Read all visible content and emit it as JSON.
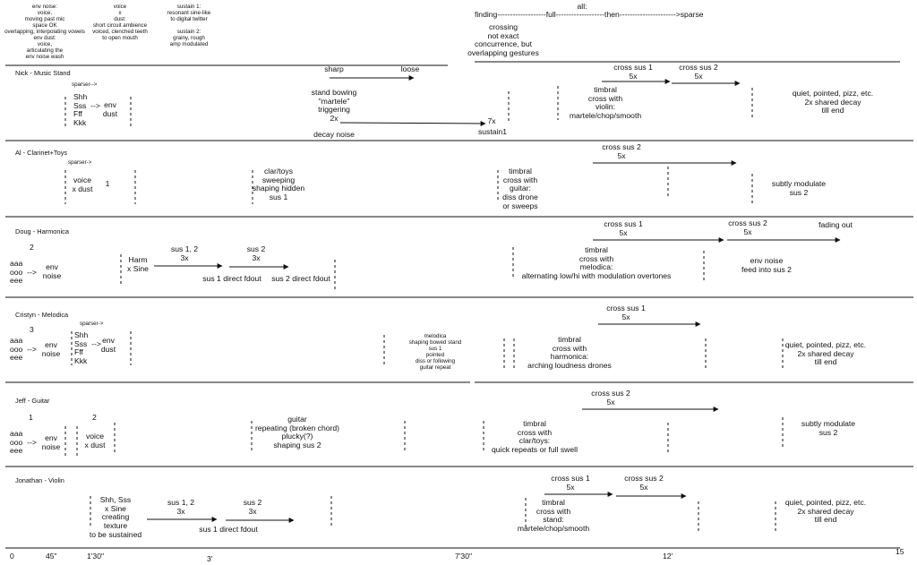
{
  "header": {
    "col1": "env noise:\nvoice,\nmoving past mic\nspace OK\noverlapping, interpolating vowels\nenv dust:\nvoice,\narticulating the\nenv noise wash",
    "col2": "voice\nx\ndust:\nshort circuit ambience\nvoiced, clenched teeth\nto open mouth",
    "col3": "sustain 1:\nresonant sine-like\nto digital twitter\n\nsustain 2:\ngrainy, rough\namp modulated",
    "all_label": "all:",
    "all_line": "finding-------------------full-------------------then---------------------->sparse",
    "crossing": "crossing\nnot exact\nconcurrence, but\noverlapping gestures"
  },
  "rows": [
    {
      "name": "Nick - Music Stand",
      "texts": [
        "sparser-->",
        "Shh\nSss  -->\nFff\nKkk",
        "env\ndust",
        "sharp",
        "loose",
        "stand bowing\n\"martele\"\ntriggering\n2x",
        "decay noise",
        "7x",
        "sustain1",
        "cross sus 1\n5x",
        "cross sus 2\n5x",
        "timbral\ncross with\nviolin:\nmartele/chop/smooth",
        "quiet, pointed, pizz, etc.\n2x shared decay\ntill end"
      ]
    },
    {
      "name": "Al - Clarinet+Toys",
      "texts": [
        "sparser->",
        "voice\nx dust",
        "1",
        "clar/toys\nsweeping\nshaping hidden\nsus 1",
        "cross sus 2\n5x",
        "timbral\ncross with\nguitar:\ndiss drone\nor sweeps",
        "subtly modulate\nsus 2"
      ]
    },
    {
      "name": "Doug - Harmonica",
      "texts": [
        "2",
        "aaa\nooo  -->\neee",
        "env\nnoise",
        "Harm\nx Sine",
        "sus 1, 2\n3x",
        "sus 2\n3x",
        "sus 1 direct fdout",
        "sus 2 direct fdout",
        "cross sus 1\n5x",
        "cross sus 2\n5x",
        "fading out",
        "timbral\ncross with\nmelodica:\nalternating low/hi with modulation overtones",
        "env noise\nfeed into sus 2"
      ]
    },
    {
      "name": "Cristyn - Melodica",
      "texts": [
        "sparser->",
        "3",
        "aaa\nooo  -->\neee",
        "env\nnoise",
        "Shh\nSss  -->\nFff\nKkk",
        "env\ndust",
        "melodica\nshaping bowed stand\nsus 1\npointed\ndiss or following\nguitar repeat",
        "cross sus 1\n5x",
        "timbral\ncross with\nharmonica:\narching loudness drones",
        "quiet, pointed, pizz, etc.\n2x shared decay\ntill end"
      ]
    },
    {
      "name": "Jeff - Guitar",
      "texts": [
        "1",
        "2",
        "aaa\nooo  -->\neee",
        "env\nnoise",
        "voice\nx dust",
        "guitar\nrepeating (broken chord)\nplucky(?)\nshaping sus 2",
        "cross sus 2\n5x",
        "timbral\ncross with\nclar/toys:\nquick repeats or full swell",
        "subtly modulate\nsus 2"
      ]
    },
    {
      "name": "Jonathan - Violin",
      "texts": [
        "Shh, Sss\nx Sine\ncreating\ntexture\nto be sustained",
        "sus 1, 2\n3x",
        "sus 2\n3x",
        "sus 1 direct fdout",
        "cross sus 1\n5x",
        "cross sus 2\n5x",
        "timbral\ncross with\nstand:\nmartele/chop/smooth",
        "quiet, pointed, pizz, etc.\n2x shared decay\ntill end"
      ]
    }
  ],
  "timeline": [
    "0",
    "45\"",
    "1'30\"",
    "3'",
    "7'30\"",
    "12'",
    "15"
  ]
}
